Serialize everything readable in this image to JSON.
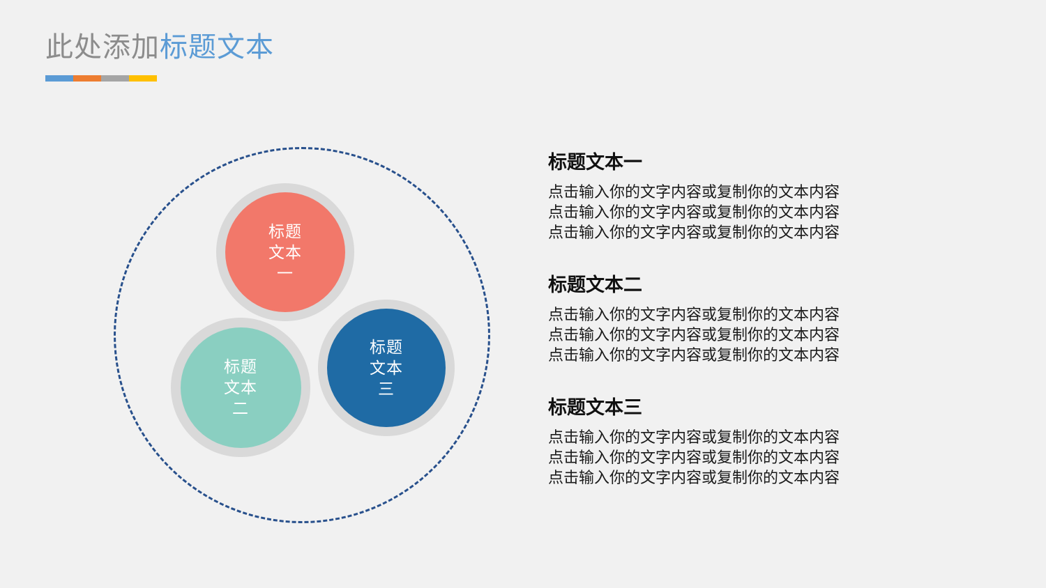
{
  "slide": {
    "background_color": "#f1f1f1",
    "title": {
      "gray_part": "此处添加",
      "blue_part": "标题文本",
      "gray_color": "#8c8c8c",
      "blue_color": "#5b9bd5"
    },
    "accent_bar": {
      "colors": [
        "#5b9bd5",
        "#ed7d31",
        "#a5a5a5",
        "#ffc000"
      ]
    }
  },
  "diagram": {
    "outer_ring": {
      "style": "dashed",
      "color": "#28508c"
    },
    "nodes": [
      {
        "id": "node-one",
        "fill_color": "#f2786a",
        "ring_color": "#d9d9d9",
        "line1": "标题",
        "line2": "文本",
        "line3": "一"
      },
      {
        "id": "node-two",
        "fill_color": "#8acfc1",
        "ring_color": "#d9d9d9",
        "line1": "标题",
        "line2": "文本",
        "line3": "二"
      },
      {
        "id": "node-three",
        "fill_color": "#1f6ba5",
        "ring_color": "#d9d9d9",
        "line1": "标题",
        "line2": "文本",
        "line3": "三"
      }
    ]
  },
  "content": {
    "items": [
      {
        "heading": "标题文本一",
        "line1": "点击输入你的文字内容或复制你的文本内容",
        "line2": "点击输入你的文字内容或复制你的文本内容",
        "line3": "点击输入你的文字内容或复制你的文本内容"
      },
      {
        "heading": "标题文本二",
        "line1": "点击输入你的文字内容或复制你的文本内容",
        "line2": "点击输入你的文字内容或复制你的文本内容",
        "line3": "点击输入你的文字内容或复制你的文本内容"
      },
      {
        "heading": "标题文本三",
        "line1": "点击输入你的文字内容或复制你的文本内容",
        "line2": "点击输入你的文字内容或复制你的文本内容",
        "line3": "点击输入你的文字内容或复制你的文本内容"
      }
    ]
  }
}
